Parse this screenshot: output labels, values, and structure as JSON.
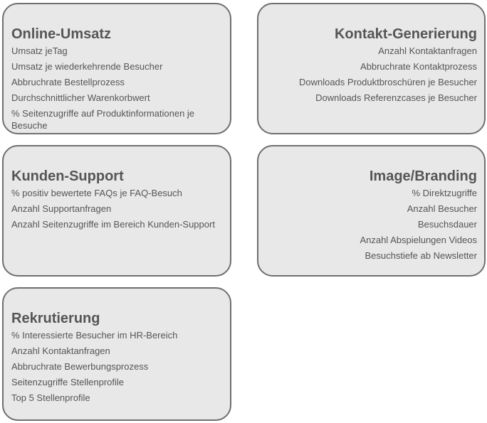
{
  "boxes": {
    "online": {
      "title": "Online-Umsatz",
      "items": [
        "Umsatz jeTag",
        "Umsatz je wiederkehrende Besucher",
        "Abbruchrate Bestellprozess",
        "Durchschnittlicher Warenkorbwert",
        "% Seitenzugriffe auf Produktinformationen je Besuche"
      ]
    },
    "kontakt": {
      "title": "Kontakt-Generierung",
      "items": [
        "Anzahl Kontaktanfragen",
        "Abbruchrate Kontaktprozess",
        "Downloads Produktbroschüren je Besucher",
        "Downloads Referenzcases je Besucher"
      ]
    },
    "kunden": {
      "title": "Kunden-Support",
      "items": [
        "% positiv bewertete FAQs je FAQ-Besuch",
        "Anzahl Supportanfragen",
        "Anzahl Seitenzugriffe im Bereich Kunden-Support"
      ]
    },
    "image": {
      "title": "Image/Branding",
      "items": [
        "% Direktzugriffe",
        "Anzahl Besucher",
        "Besuchsdauer",
        "Anzahl Abspielungen Videos",
        "Besuchstiefe ab Newsletter"
      ]
    },
    "rekrut": {
      "title": "Rekrutierung",
      "items": [
        "% Interessierte Besucher im HR-Bereich",
        "Anzahl Kontaktanfragen",
        "Abbruchrate Bewerbungsprozess",
        "Seitenzugriffe Stellenprofile",
        "Top 5 Stellenprofile"
      ]
    }
  }
}
